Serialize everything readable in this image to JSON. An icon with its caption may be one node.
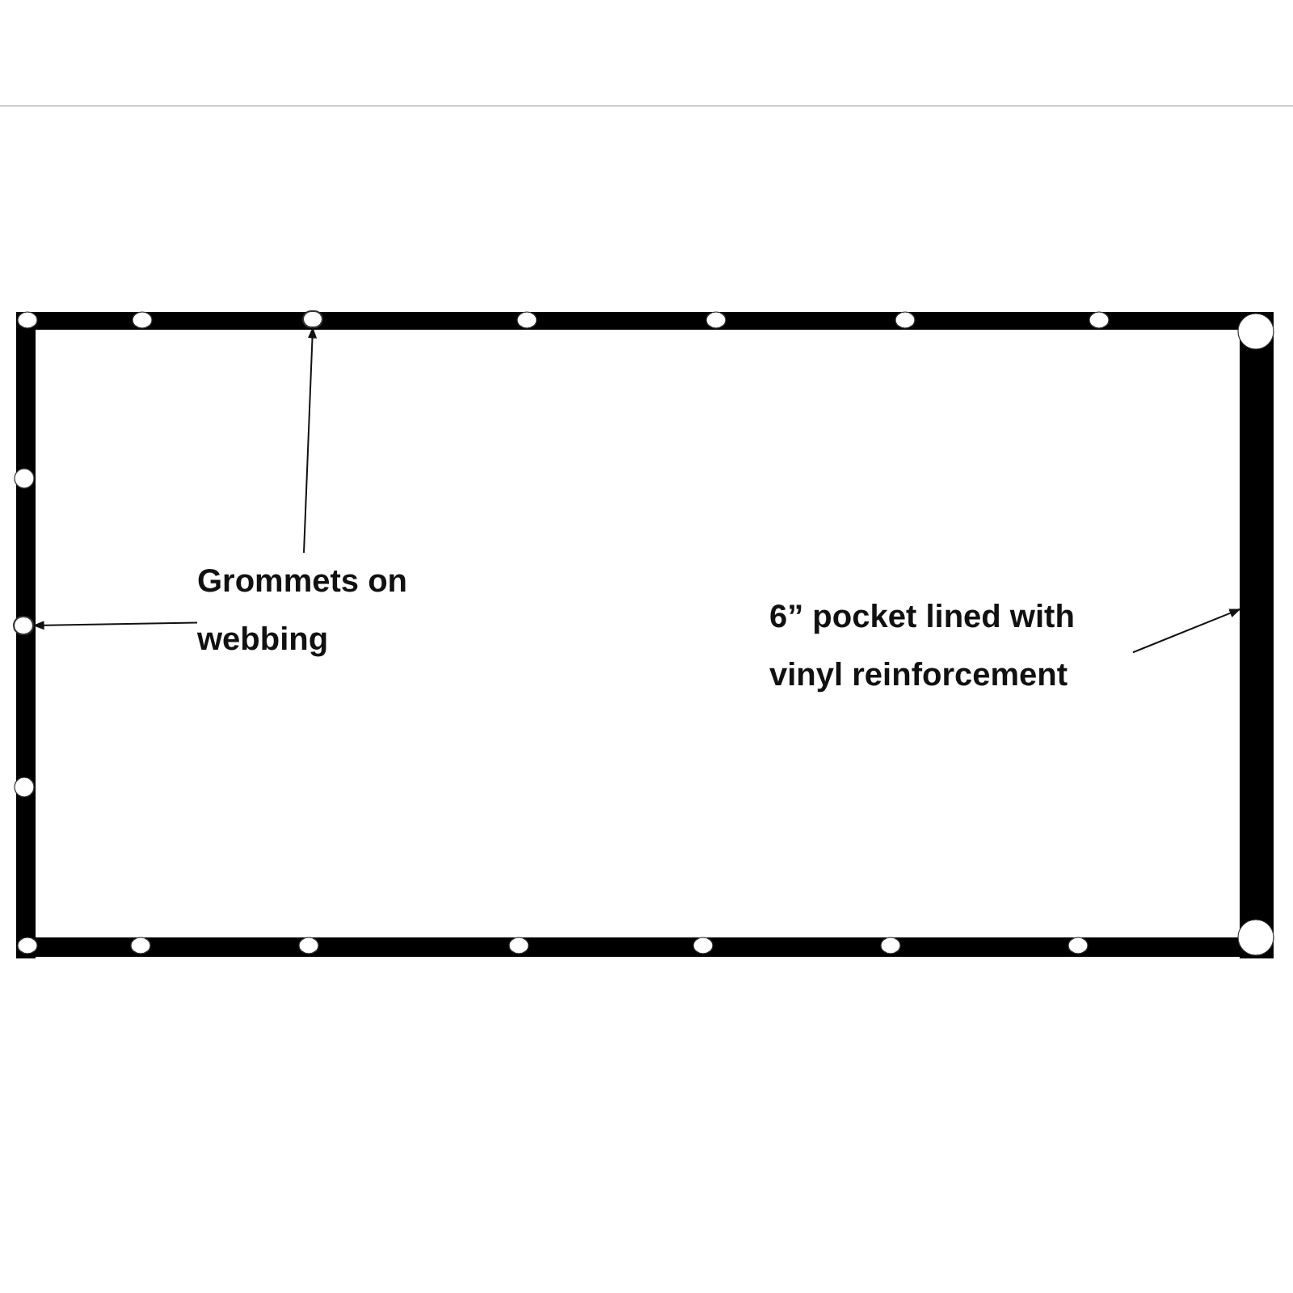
{
  "diagram": {
    "nodes": [
      {
        "text": [
          "Grommets on webbing"
        ]
      },
      {
        "text": [],
        "shape": "circle"
      },
      {
        "text": [],
        "shape": "circle"
      },
      {
        "text": [
          "6” pocket lined with vinyl reinforcement"
        ]
      },
      {
        "text": [],
        "shape": "bar"
      }
    ],
    "edges": [
      {
        "from": 0,
        "to": 1,
        "arrow": "to"
      },
      {
        "from": 0,
        "to": 2,
        "arrow": "to"
      },
      {
        "from": 3,
        "to": 4,
        "arrow": "to"
      }
    ]
  }
}
